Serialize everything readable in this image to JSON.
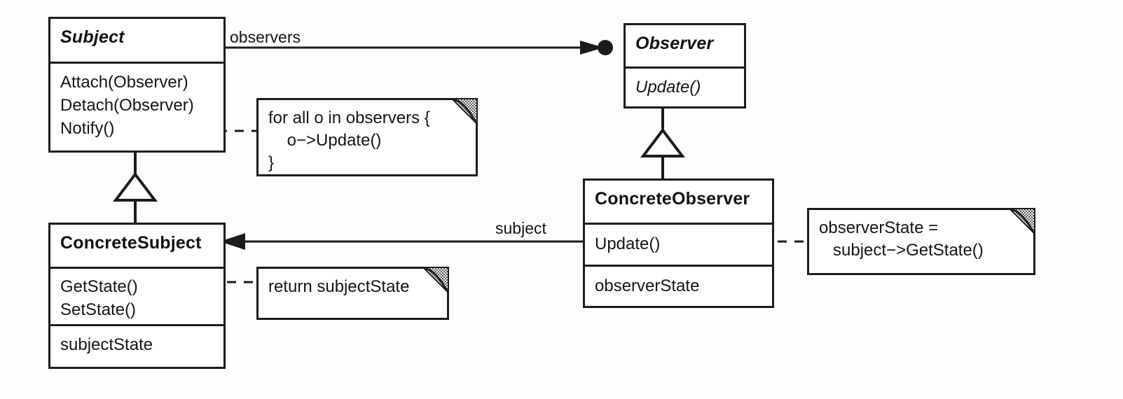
{
  "diagram": {
    "type": "uml-class-diagram",
    "pattern": "Observer",
    "background": "#ffffff",
    "line_color": "#1c1c1c"
  },
  "classes": [
    {
      "id": "subject",
      "name": "Subject",
      "abstract": true,
      "operations": [
        "Attach(Observer)",
        "Detach(Observer)",
        "Notify()"
      ],
      "attributes": []
    },
    {
      "id": "observer",
      "name": "Observer",
      "abstract": true,
      "operations": [
        "Update()"
      ],
      "attributes": []
    },
    {
      "id": "concrete-subject",
      "name": "ConcreteSubject",
      "abstract": false,
      "operations": [
        "GetState()",
        "SetState()"
      ],
      "attributes": [
        "subjectState"
      ]
    },
    {
      "id": "concrete-observer",
      "name": "ConcreteObserver",
      "abstract": false,
      "operations": [
        "Update()"
      ],
      "attributes": [
        "observerState"
      ]
    }
  ],
  "notes": [
    {
      "id": "notify-note",
      "anchor": "Subject.Notify()",
      "line1": "for all o in observers {",
      "line2": "    o−>Update()",
      "line3": "}"
    },
    {
      "id": "getstate-note",
      "anchor": "ConcreteSubject.GetState()",
      "line1": "return subjectState"
    },
    {
      "id": "update-note",
      "anchor": "ConcreteObserver.Update()",
      "line1": "observerState =",
      "line2": "   subject−>GetState()"
    }
  ],
  "edge_labels": {
    "observers": "observers",
    "subject": "subject"
  },
  "relationships": [
    {
      "from": "Subject",
      "to": "Observer",
      "kind": "association",
      "role": "observers",
      "multiplicity": "many"
    },
    {
      "from": "ConcreteObserver",
      "to": "ConcreteSubject",
      "kind": "association",
      "role": "subject"
    },
    {
      "from": "ConcreteSubject",
      "to": "Subject",
      "kind": "generalization"
    },
    {
      "from": "ConcreteObserver",
      "to": "Observer",
      "kind": "generalization"
    }
  ]
}
